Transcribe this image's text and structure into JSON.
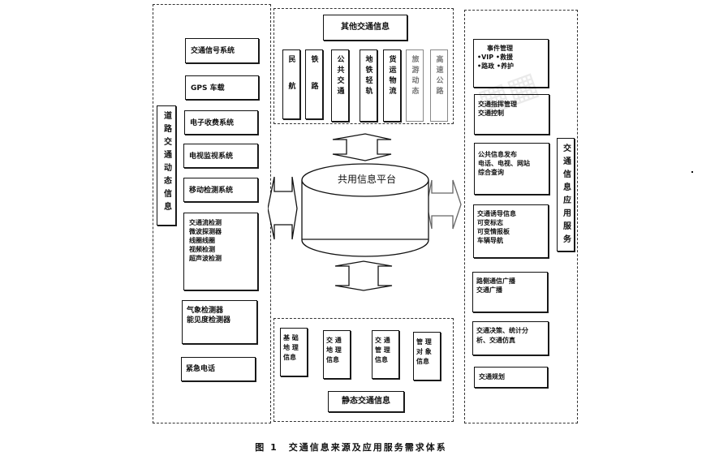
{
  "left_panel": {
    "label": "道路交通动态信息",
    "items": [
      {
        "lines": [
          "交通信号系统"
        ]
      },
      {
        "lines": [
          "GPS 车载"
        ]
      },
      {
        "lines": [
          "电子收费系统"
        ]
      },
      {
        "lines": [
          "电视监视系统"
        ]
      },
      {
        "lines": [
          "移动检测系统"
        ]
      },
      {
        "lines": [
          "交通流检测",
          "微波探测器",
          "线圈线圈",
          "视频检测",
          "超声波检测"
        ]
      },
      {
        "lines": [
          "气象检测器",
          "能见度检测器"
        ]
      },
      {
        "lines": [
          "紧急电话"
        ]
      }
    ]
  },
  "top_panel": {
    "title": "其他交通信息",
    "columns": [
      "民航",
      "铁路",
      "公共交通",
      "地铁轻轨",
      "货运物流",
      "旅游动态",
      "高速公路"
    ]
  },
  "center": {
    "platform_label": "共用信息平台"
  },
  "bottom_panel": {
    "title": "静态交通信息",
    "columns": [
      {
        "lines": [
          "基 础",
          "地 理",
          "信息"
        ]
      },
      {
        "lines": [
          "交 通",
          "地 理",
          "信息"
        ]
      },
      {
        "lines": [
          "交 通",
          "管 理",
          "信息"
        ]
      },
      {
        "lines": [
          "管 理",
          "对 象",
          "信息"
        ]
      }
    ]
  },
  "right_panel": {
    "label": "交通信息应用服务",
    "items": [
      {
        "lines": [
          "事件管理",
          "•VIP   •救援",
          "•路政   •养护"
        ]
      },
      {
        "lines": [
          "交通指挥管理",
          "交通控制"
        ]
      },
      {
        "lines": [
          "公共信息发布",
          "电话、电视、网站",
          "综合查询"
        ]
      },
      {
        "lines": [
          "交通诱导信息",
          "可变标志",
          "可变情报板",
          "车辆导航"
        ]
      },
      {
        "lines": [
          "路侧通信广播",
          "交通广播"
        ]
      },
      {
        "lines": [
          "交通决策、统计分",
          "析、交通仿真"
        ]
      },
      {
        "lines": [
          "交通规划"
        ]
      }
    ]
  },
  "caption": "图 1　交通信息来源及应用服务需求体系"
}
